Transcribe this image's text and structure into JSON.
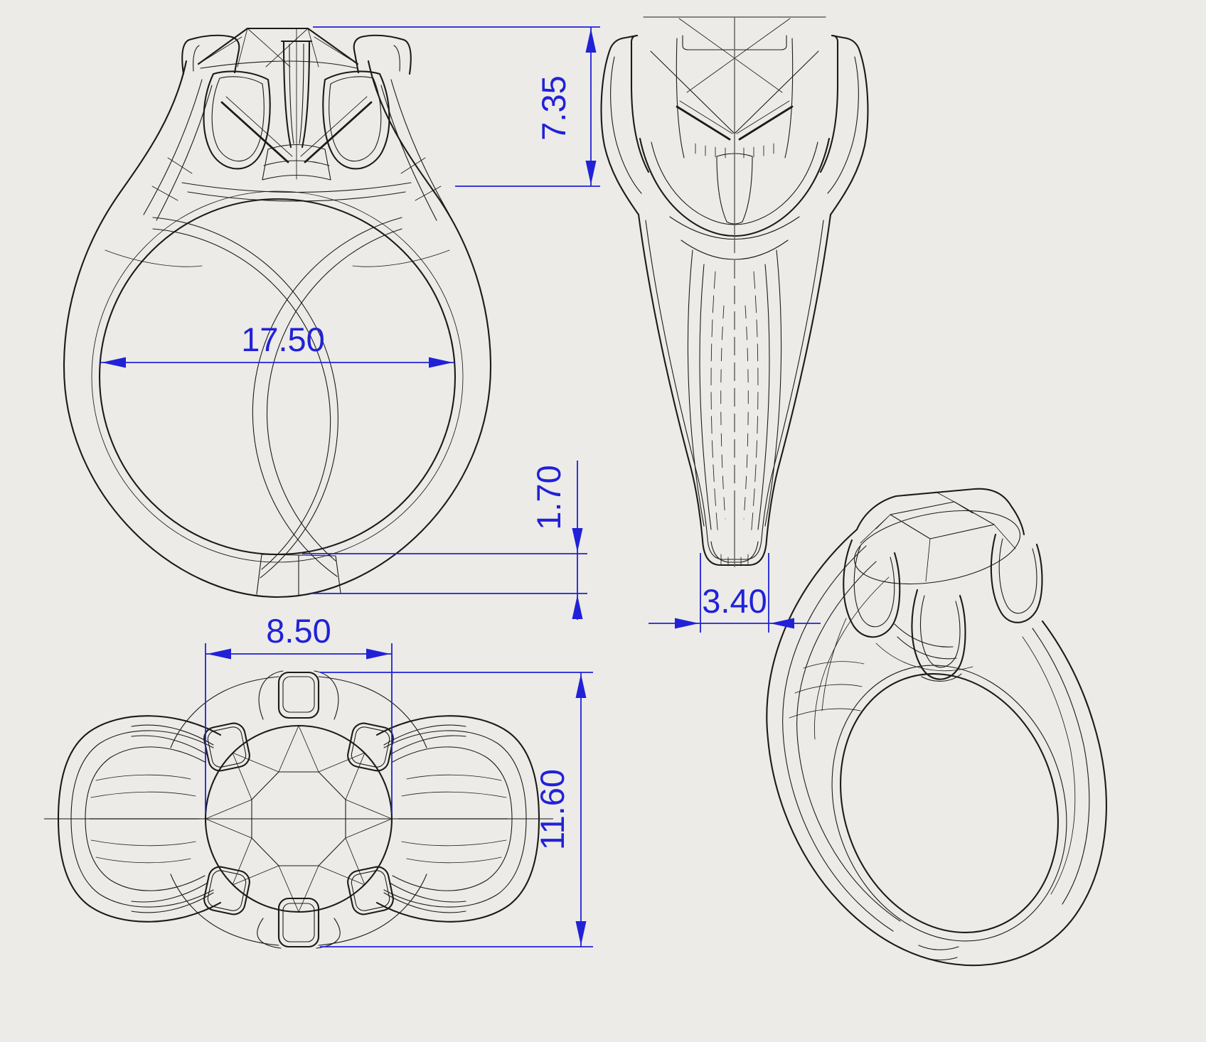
{
  "drawing": {
    "type": "jewelry-ring-cad-drawing",
    "colors": {
      "background": "#ecebe7",
      "line": "#1b1b1b",
      "centerline": "#5a5a5a",
      "dimension": "#2121d8"
    },
    "dimensions": {
      "head_height": "7.35",
      "inner_diameter": "17.50",
      "band_thickness": "1.70",
      "shank_width": "3.40",
      "stone_diameter": "8.50",
      "head_length": "11.60"
    }
  }
}
